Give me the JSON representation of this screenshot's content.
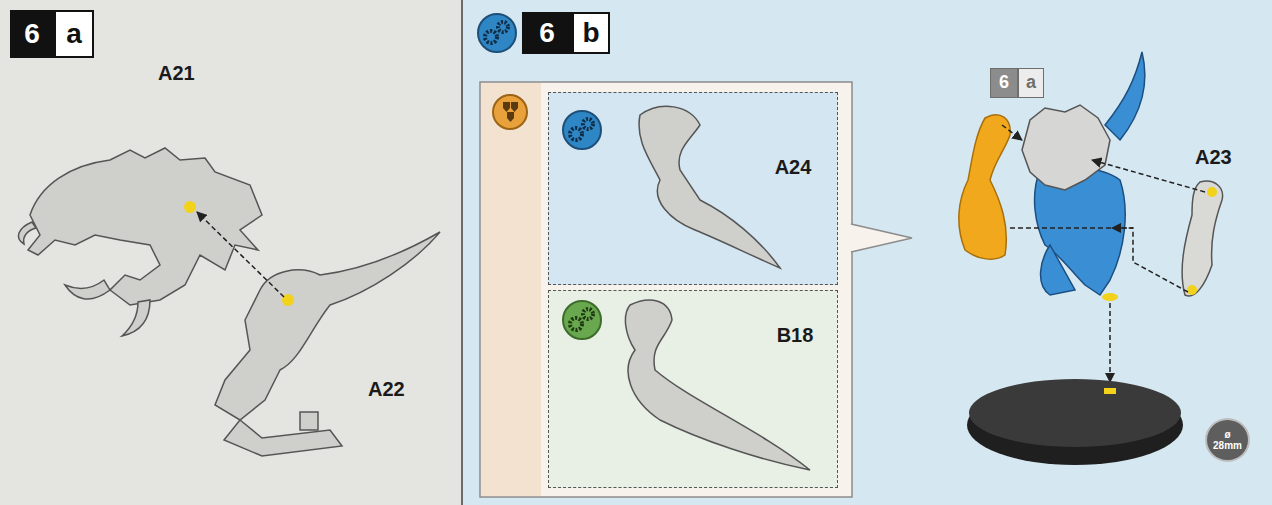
{
  "diagram": {
    "nodes": [
      {
        "text": [
          "6"
        ]
      },
      {
        "text": [
          "a"
        ]
      },
      {
        "text": [
          "6"
        ]
      },
      {
        "text": [
          "b"
        ]
      },
      {
        "text": [
          "A24"
        ]
      },
      {
        "text": [
          "B18"
        ]
      },
      {
        "text": [
          "6"
        ]
      },
      {
        "text": [
          "a"
        ]
      },
      {
        "text": [
          "ø 28mm"
        ]
      }
    ],
    "labels": [
      "A21",
      "A22",
      "A23"
    ]
  }
}
